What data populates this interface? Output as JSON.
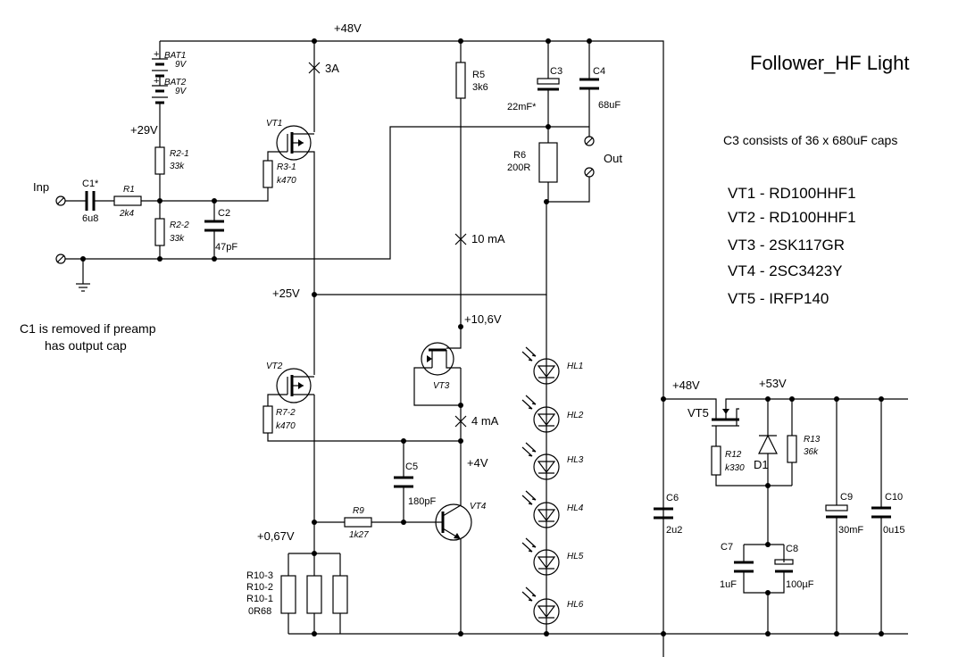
{
  "title": "Follower_HF Light",
  "notes": {
    "c3": "C3  consists of 36 x 680uF caps",
    "c1_line1": "C1  is removed if preamp",
    "c1_line2": "has output cap"
  },
  "transistor_list": [
    "VT1  -  RD100HHF1",
    "VT2  -  RD100HHF1",
    "VT3  -  2SK117GR",
    "VT4  -  2SC3423Y",
    "VT5  -  IRFP140"
  ],
  "nets": {
    "v48_top": "+48V",
    "v29": "+29V",
    "v25": "+25V",
    "v10_6": "+10,6V",
    "v4": "+4V",
    "v067": "+0,67V",
    "v48_psu": "+48V",
    "v53": "+53V",
    "i3a": "3A",
    "i10ma": "10 mA",
    "i4ma": "4 mA",
    "inp": "Inp",
    "out": "Out"
  },
  "parts": {
    "bat1": "BAT1",
    "bat1_v": "9V",
    "bat2": "BAT2",
    "bat2_v": "9V",
    "r2_1": "R2-1",
    "r2_1_v": "33k",
    "r2_2": "R2-2",
    "r2_2_v": "33k",
    "c1": "C1*",
    "c1_v": "6u8",
    "r1": "R1",
    "r1_v": "2k4",
    "c2": "C2",
    "c2_v": "47pF",
    "vt1": "VT1",
    "r3_1": "R3-1",
    "r3_1_v": "k470",
    "r5": "R5",
    "r5_v": "3k6",
    "c3": "C3",
    "c3_v": "22mF*",
    "c4": "C4",
    "c4_v": "68uF",
    "r6": "R6",
    "r6_v": "200R",
    "vt2": "VT2",
    "r7_2": "R7-2",
    "r7_2_v": "k470",
    "vt3": "VT3",
    "c5": "C5",
    "c5_v": "180pF",
    "vt4": "VT4",
    "r9": "R9",
    "r9_v": "1k27",
    "r10_3": "R10-3",
    "r10_2": "R10-2",
    "r10_1": "R10-1",
    "r10_v": "0R68",
    "hl1": "HL1",
    "hl2": "HL2",
    "hl3": "HL3",
    "hl4": "HL4",
    "hl5": "HL5",
    "hl6": "HL6",
    "c6": "C6",
    "c6_v": "2u2",
    "vt5": "VT5",
    "r12": "R12",
    "r12_v": "k330",
    "r13": "R13",
    "r13_v": "36k",
    "d1": "D1",
    "c7": "C7",
    "c7_v": "1uF",
    "c8": "C8",
    "c8_v": "100µF",
    "c9": "C9",
    "c9_v": "30mF",
    "c10": "C10",
    "c10_v": "0u15"
  }
}
